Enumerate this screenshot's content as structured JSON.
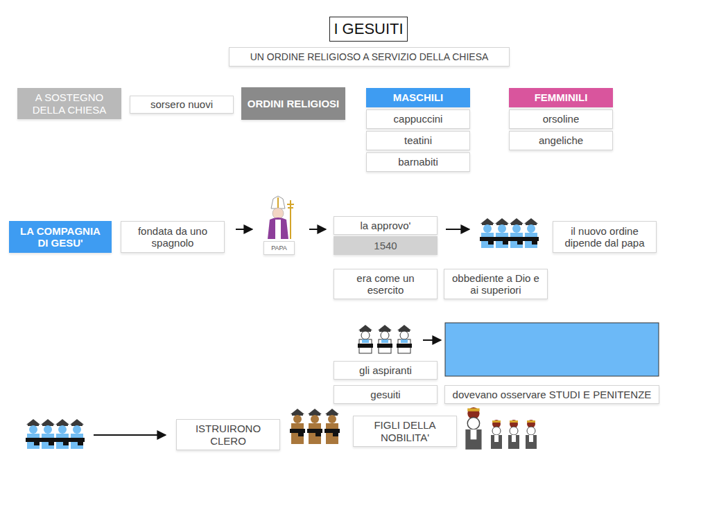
{
  "diagram": {
    "title": "I GESUITI",
    "nodes": [
      {
        "text": [
          "UN ORDINE RELIGIOSO A SERVIZIO DELLA CHIESA"
        ]
      },
      {
        "text": [
          "A SOSTEGNO DELLA CHIESA"
        ]
      },
      {
        "text": [
          "sorsero nuovi"
        ]
      },
      {
        "text": [
          "ORDINI RELIGIOSI"
        ]
      },
      {
        "text": [
          "MASCHILI"
        ]
      },
      {
        "text": [
          "cappuccini"
        ]
      },
      {
        "text": [
          "teatini"
        ]
      },
      {
        "text": [
          "barnabiti"
        ]
      },
      {
        "text": [
          "FEMMINILI"
        ]
      },
      {
        "text": [
          "orsoline"
        ]
      },
      {
        "text": [
          "angeliche"
        ]
      },
      {
        "text": [
          "LA COMPAGNIA DI GESU'"
        ]
      },
      {
        "text": [
          "fondata da uno spagnolo"
        ]
      },
      {
        "text": [
          "PAPA"
        ]
      },
      {
        "text": [
          "la approvo'"
        ]
      },
      {
        "text": [
          "1540"
        ]
      },
      {
        "text": [
          "il nuovo ordine dipende dal papa"
        ]
      },
      {
        "text": [
          "era come un esercito"
        ]
      },
      {
        "text": [
          "obbediente a Dio e ai superiori"
        ]
      },
      {
        "text": [
          "gli aspiranti"
        ]
      },
      {
        "text": [
          "gesuiti"
        ]
      },
      {
        "text": [
          "dovevano osservare STUDI E PENITENZE"
        ]
      },
      {
        "text": [
          "ISTRUIRONO CLERO"
        ]
      },
      {
        "text": [
          "FIGLI DELLA NOBILITA'"
        ]
      }
    ]
  }
}
